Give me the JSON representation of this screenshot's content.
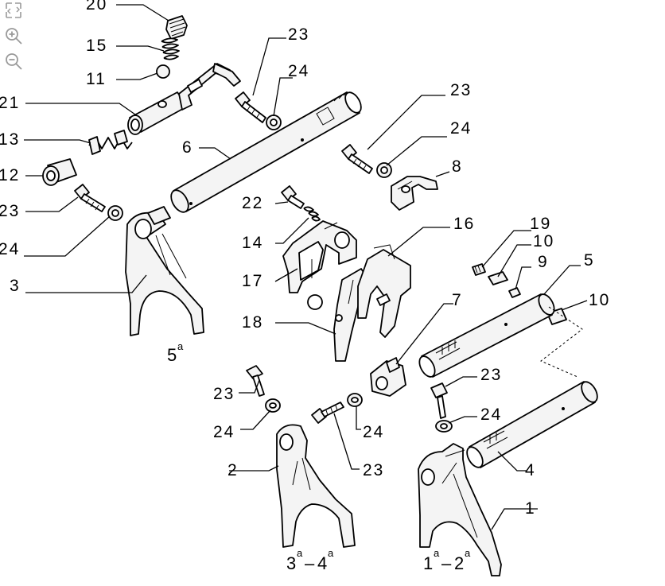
{
  "toolbar": {
    "tools": [
      {
        "name": "fit-screen",
        "icon": "expand-icon"
      },
      {
        "name": "zoom-in",
        "icon": "zoom-in-icon"
      },
      {
        "name": "zoom-out",
        "icon": "zoom-out-icon"
      }
    ]
  },
  "callouts": {
    "c20": "20",
    "c15": "15",
    "c11": "11",
    "c21": "21",
    "c13": "13",
    "c12": "12",
    "c23a": "23",
    "c24a": "24",
    "c3": "3",
    "c6": "6",
    "c23b": "23",
    "c24b": "24",
    "c23c": "23",
    "c24c": "24",
    "c8": "8",
    "c22": "22",
    "c14": "14",
    "c17": "17",
    "c18": "18",
    "c16": "16",
    "c19": "19",
    "c10a": "10",
    "c9": "9",
    "c5": "5",
    "c10b": "10",
    "c7": "7",
    "c23d": "23",
    "c24d": "24",
    "c2": "2",
    "c23e": "23",
    "c24e": "24",
    "c23f": "23",
    "c24f": "24",
    "c4": "4",
    "c1": "1"
  },
  "captions": {
    "fifth_gear": {
      "num": "5",
      "sup": "a"
    },
    "third_fourth": {
      "a": "3",
      "a_sup": "a",
      "sep": "–",
      "b": "4",
      "b_sup": "a"
    },
    "first_second": {
      "a": "1",
      "a_sup": "a",
      "sep": "–",
      "b": "2",
      "b_sup": "a"
    }
  }
}
